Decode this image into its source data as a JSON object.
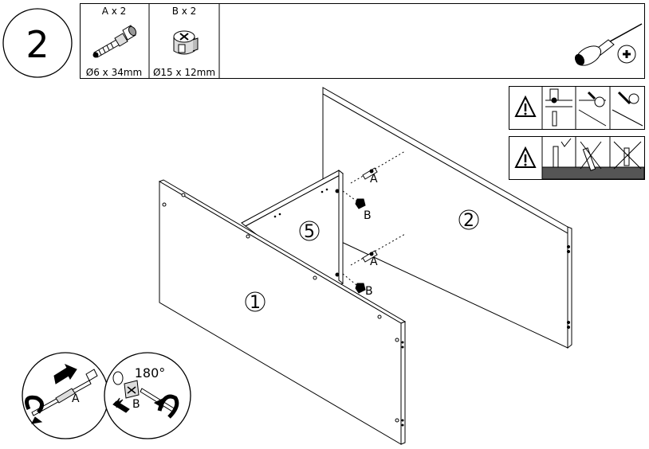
{
  "step": {
    "number": "2"
  },
  "hardware": [
    {
      "qty_label": "A x 2",
      "size": "Ø6 x 34mm",
      "icon": "cam-bolt-icon"
    },
    {
      "qty_label": "B x 2",
      "size": "Ø15 x 12mm",
      "icon": "cam-lock-nut-icon"
    }
  ],
  "tool": {
    "icon": "phillips-screwdriver-icon"
  },
  "panels": {
    "front": "1",
    "back": "2",
    "divider": "5"
  },
  "callouts": {
    "upper_bolt": "A",
    "upper_cam": "B",
    "lower_bolt": "A",
    "lower_cam": "B"
  },
  "detail": {
    "bolt_label": "A",
    "cam_label": "B",
    "rotation": "180°"
  },
  "warnings": [
    {
      "icon": "warning-triangle-icon",
      "type": "correct-cam-orientation"
    },
    {
      "icon": "warning-triangle-icon",
      "type": "bolt-depth"
    }
  ]
}
